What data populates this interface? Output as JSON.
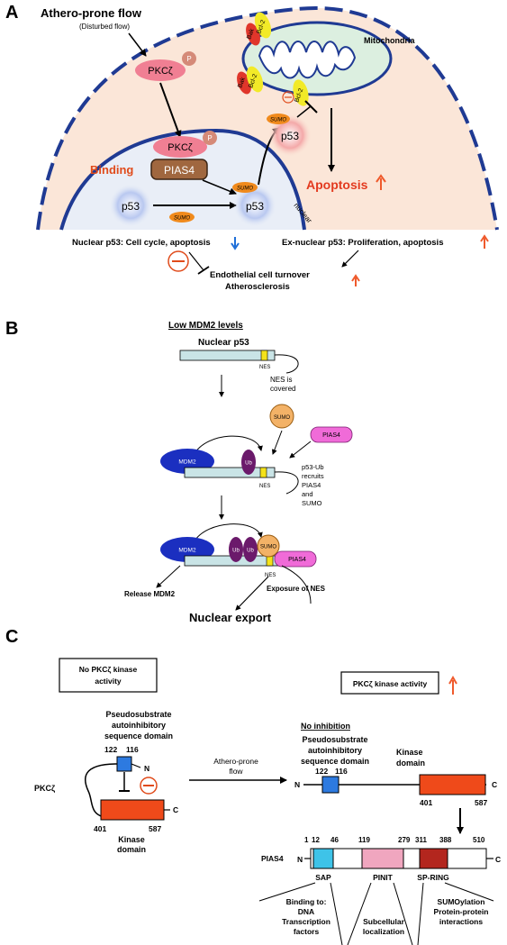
{
  "panel_a": {
    "letter": "A",
    "flow_title": "Athero-prone flow",
    "flow_subtitle": "(Disturbed flow)",
    "mitochondria": "Mitochondria",
    "pkc": "PKCζ",
    "p": "P",
    "binding": "Binding",
    "pias4": "PIAS4",
    "p53": "p53",
    "sumo": "SUMO",
    "bak": "Bak",
    "bcl2": "Bcl-2",
    "apoptosis": "Apoptosis",
    "nuclear": "nuclear",
    "nuclear_p53": "Nuclear p53:  Cell cycle, apoptosis",
    "ex_nuclear_p53": "Ex-nuclear p53:  Proliferation, apoptosis",
    "turnover": "Endothelial cell turnover",
    "atherosclerosis": "Atherosclerosis",
    "inhibit_symbol": "⊖"
  },
  "panel_b": {
    "letter": "B",
    "low_mdm2": "Low MDM2 levels",
    "nuclear_p53": "Nuclear p53",
    "nes": "NES",
    "nes_covered_1": "NES is",
    "nes_covered_2": "covered",
    "sumo": "SUMO",
    "pias4": "PIAS4",
    "mdm2": "MDM2",
    "ub": "Ub",
    "recruits": [
      "p53-Ub",
      "recruits",
      "PIAS4",
      "and",
      "SUMO"
    ],
    "release": "Release MDM2",
    "exposure": "Exposure of NES",
    "nuclear_export": "Nuclear export"
  },
  "panel_c": {
    "letter": "C",
    "no_kinase_1": "No PKCζ kinase",
    "no_kinase_2": "activity",
    "kinase_up": "PKCζ kinase activity",
    "pseudo_1": "Pseudosubstrate",
    "pseudo_2": "autoinhibitory",
    "pseudo_3": "sequence domain",
    "n122": "122",
    "n116": "116",
    "n401": "401",
    "n587": "587",
    "n_label": "N",
    "c_label": "C",
    "pkc_label": "PKCζ",
    "kinase_1": "Kinase",
    "kinase_2": "domain",
    "flow_1": "Athero-prone",
    "flow_2": "flow",
    "no_inhibition": "No inhibition",
    "pias4": "PIAS4",
    "pias_numbers": [
      "1",
      "12",
      "46",
      "119",
      "279",
      "311",
      "388",
      "510"
    ],
    "sap": "SAP",
    "pinit": "PINIT",
    "spring": "SP-RING",
    "binding_to": [
      "Binding to:",
      "DNA",
      "Transcription",
      "factors"
    ],
    "subcellular": [
      "Subcellular",
      "localization"
    ],
    "sumoylation": [
      "SUMOylation",
      "Protein-protein",
      "interactions"
    ]
  },
  "colors": {
    "cell_fill": "#fbe6d8",
    "nucleus_fill": "#e9eef7",
    "membrane": "#1f3a93",
    "pkc_pink": "#f07f93",
    "pias_brown": "#a0673f",
    "p53_blue": "#6f8fd6",
    "sumo_orange": "#f08a1c",
    "bcl2_yellow": "#f2ea28",
    "bak_red": "#e0362b",
    "apoptosis_red": "#e33a1f",
    "arrow_orange": "#ef5a2c",
    "arrow_blue": "#1f6fd8",
    "gene_bar": "#c9e4e6",
    "nes_yellow": "#f4e21a",
    "mdm2_blue": "#1b2fc0",
    "ub_purple": "#6b1a6b",
    "pias4_magenta": "#f06bd8",
    "sap_cyan": "#3ec3e8",
    "pinit_pink": "#f0a6bf",
    "spring_red": "#b3261e",
    "ps_blue": "#2d7ae0",
    "kinase_orange": "#ef4a1a"
  }
}
